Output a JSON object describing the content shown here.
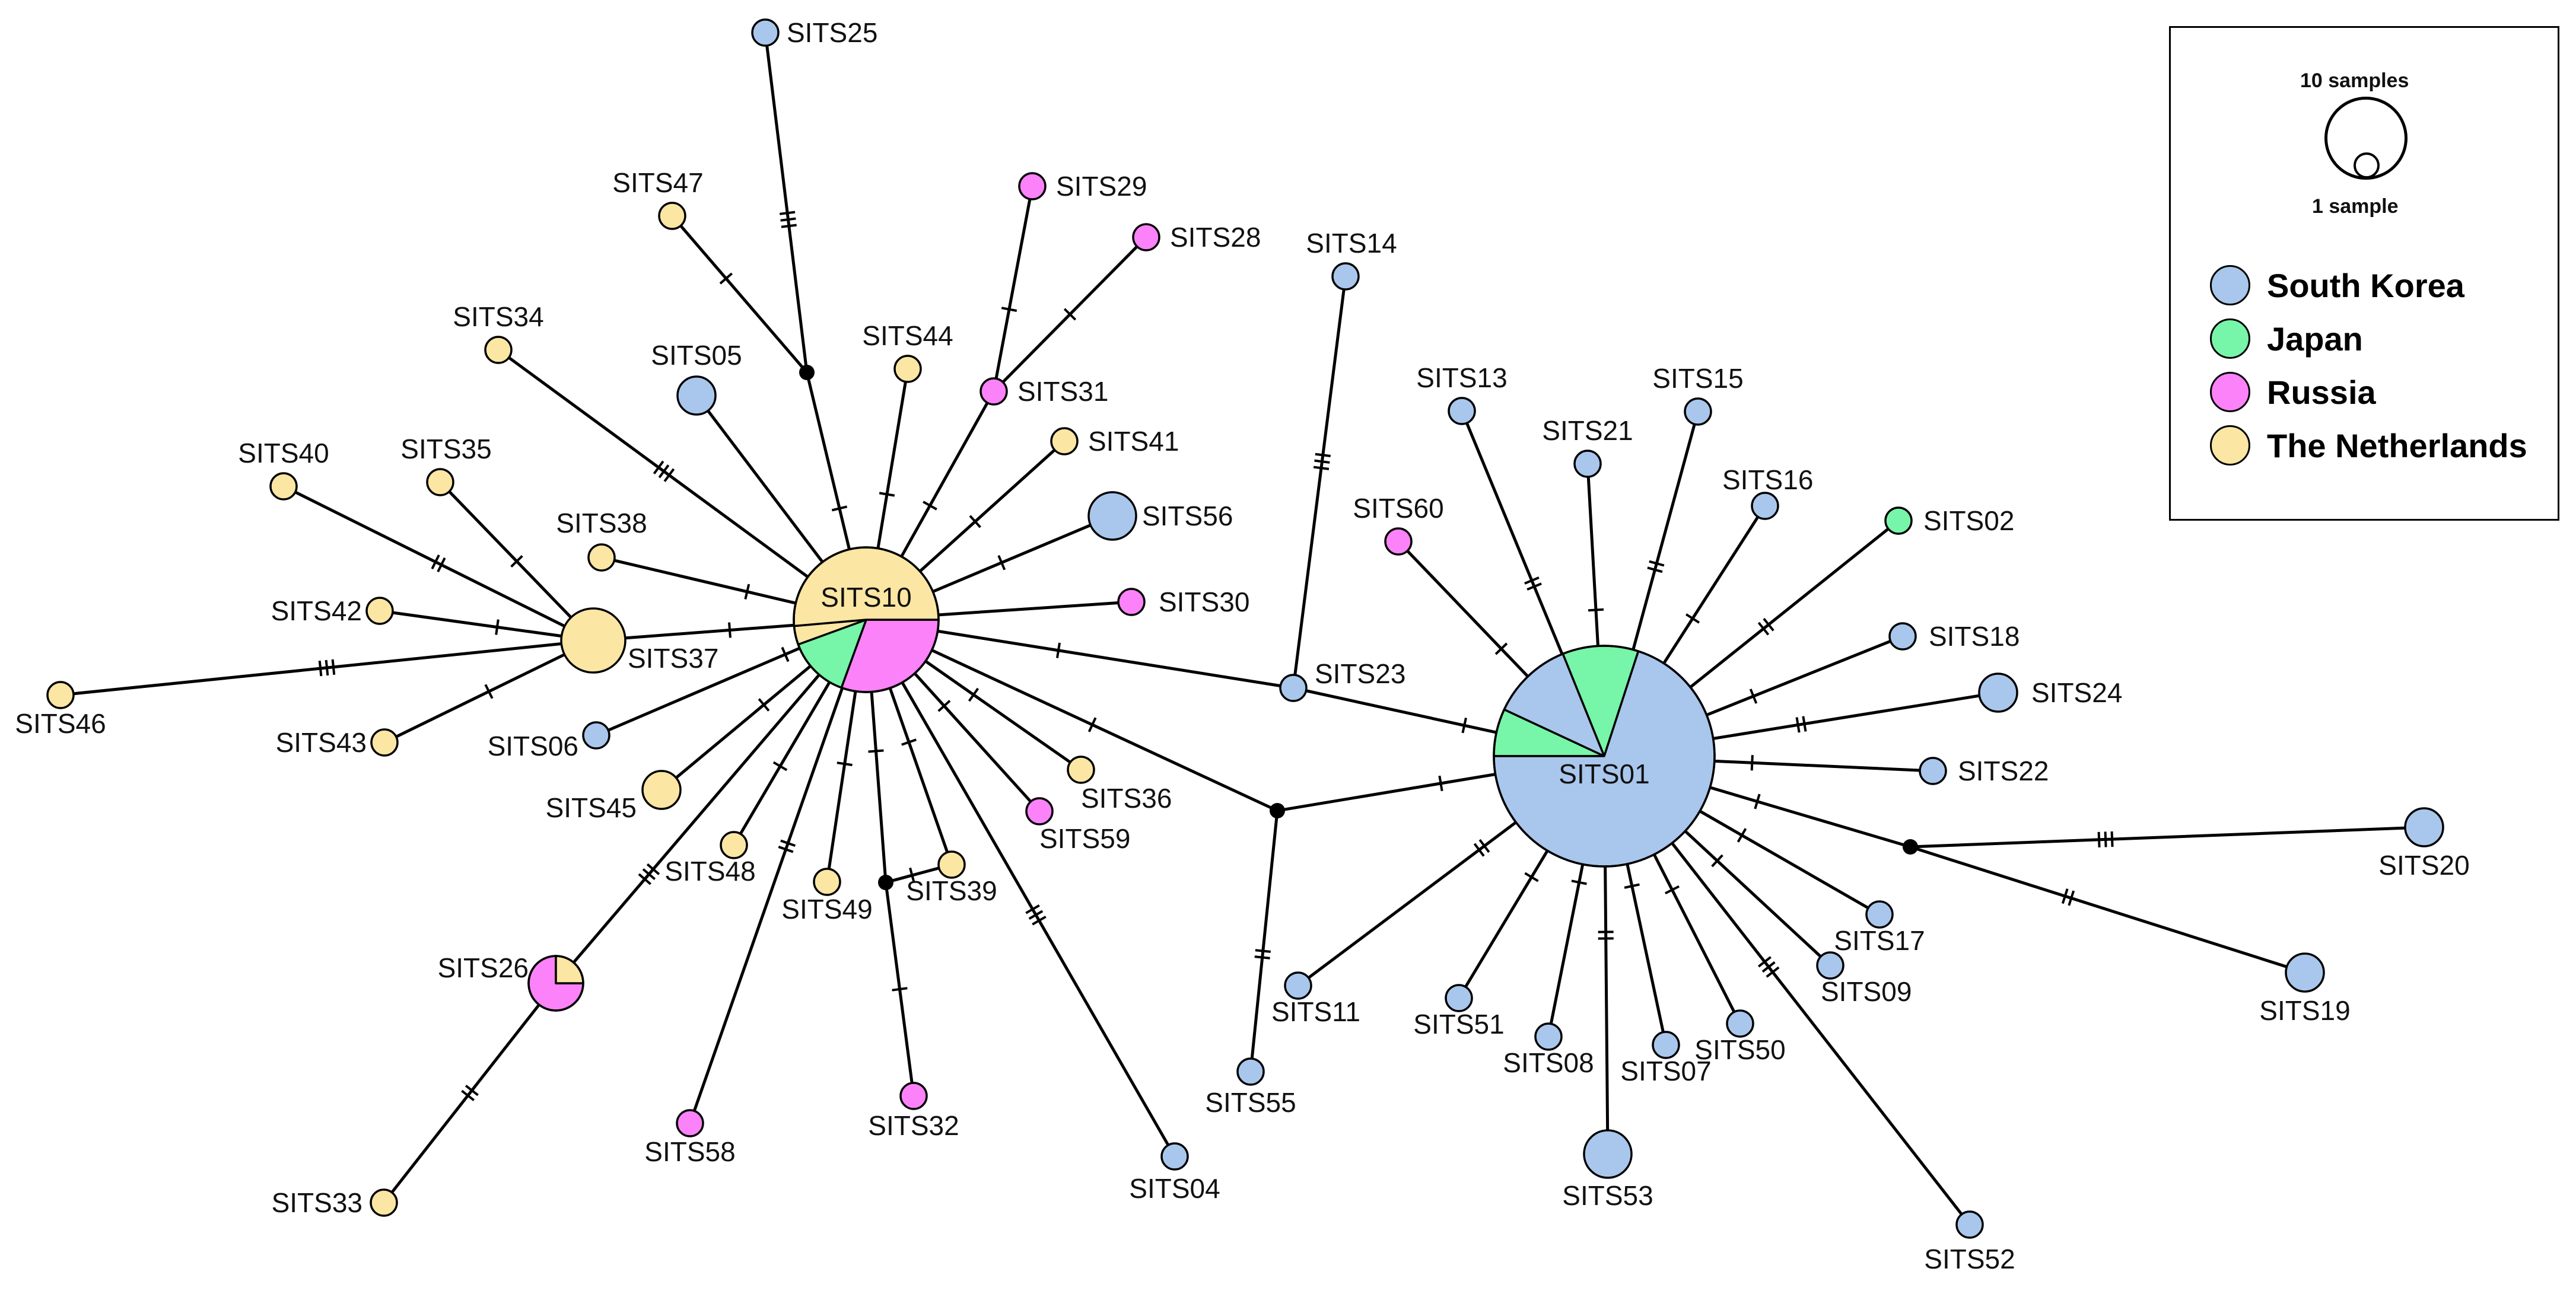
{
  "network": {
    "colors": {
      "korea": "#a9c7ec",
      "japan": "#77f5a8",
      "russia": "#fb82f8",
      "netherlands": "#fbe6a3"
    },
    "labels": {
      "SITS01": "SITS01",
      "SITS02": "SITS02",
      "SITS04": "SITS04",
      "SITS05": "SITS05",
      "SITS06": "SITS06",
      "SITS07": "SITS07",
      "SITS08": "SITS08",
      "SITS09": "SITS09",
      "SITS10": "SITS10",
      "SITS11": "SITS11",
      "SITS13": "SITS13",
      "SITS14": "SITS14",
      "SITS15": "SITS15",
      "SITS16": "SITS16",
      "SITS17": "SITS17",
      "SITS18": "SITS18",
      "SITS19": "SITS19",
      "SITS20": "SITS20",
      "SITS21": "SITS21",
      "SITS22": "SITS22",
      "SITS23": "SITS23",
      "SITS24": "SITS24",
      "SITS25": "SITS25",
      "SITS26": "SITS26",
      "SITS28": "SITS28",
      "SITS29": "SITS29",
      "SITS30": "SITS30",
      "SITS31": "SITS31",
      "SITS32": "SITS32",
      "SITS33": "SITS33",
      "SITS34": "SITS34",
      "SITS35": "SITS35",
      "SITS36": "SITS36",
      "SITS37": "SITS37",
      "SITS38": "SITS38",
      "SITS39": "SITS39",
      "SITS40": "SITS40",
      "SITS41": "SITS41",
      "SITS42": "SITS42",
      "SITS43": "SITS43",
      "SITS44": "SITS44",
      "SITS45": "SITS45",
      "SITS46": "SITS46",
      "SITS47": "SITS47",
      "SITS48": "SITS48",
      "SITS49": "SITS49",
      "SITS50": "SITS50",
      "SITS51": "SITS51",
      "SITS52": "SITS52",
      "SITS53": "SITS53",
      "SITS55": "SITS55",
      "SITS56": "SITS56",
      "SITS58": "SITS58",
      "SITS59": "SITS59",
      "SITS60": "SITS60"
    }
  },
  "legend": {
    "size_large_label": "10 samples",
    "size_small_label": "1 sample",
    "items": [
      {
        "label": "South Korea",
        "color": "#a9c7ec"
      },
      {
        "label": "Japan",
        "color": "#77f5a8"
      },
      {
        "label": "Russia",
        "color": "#fb82f8"
      },
      {
        "label": "The Netherlands",
        "color": "#fbe6a3"
      }
    ]
  }
}
